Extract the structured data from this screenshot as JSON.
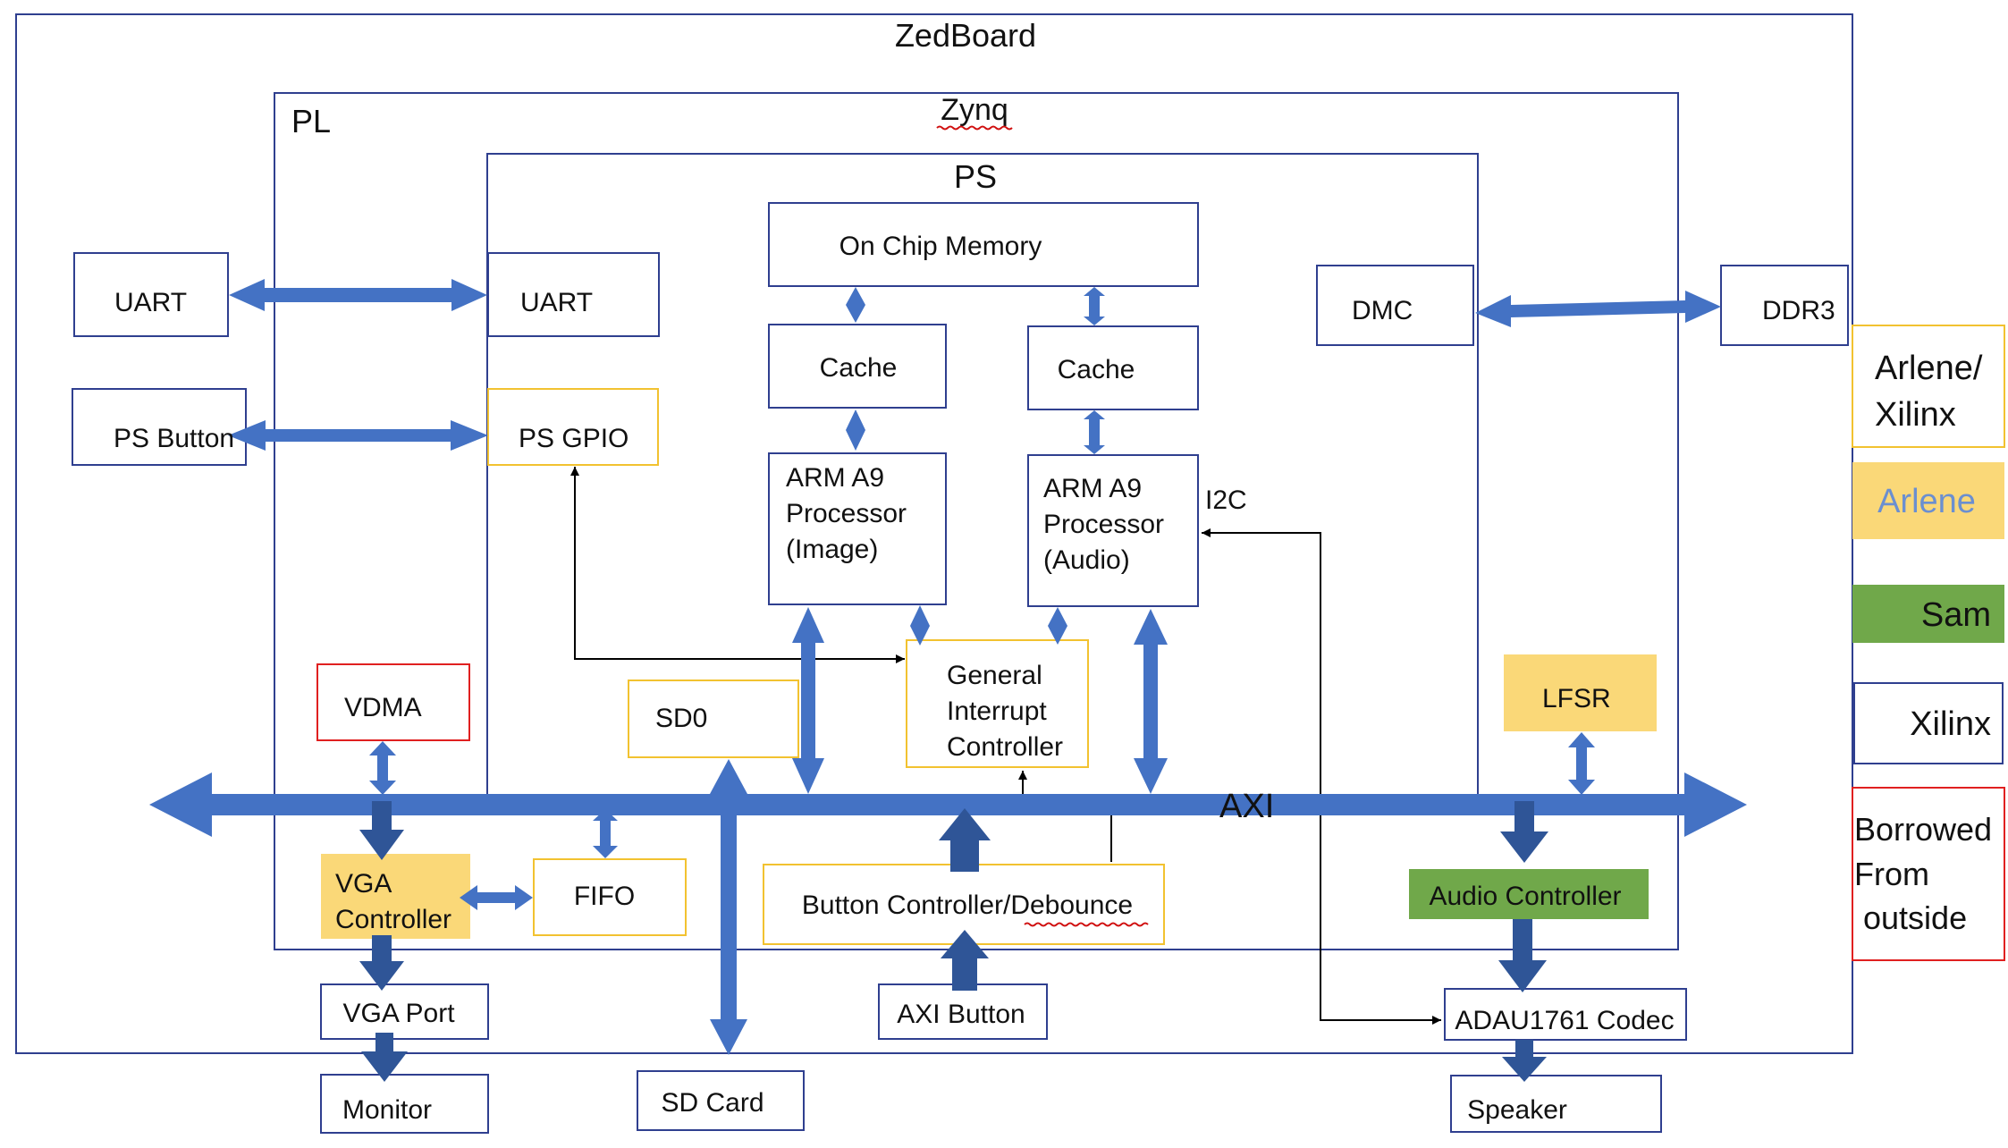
{
  "regions": {
    "zedboard": "ZedBoard",
    "zynq": "Zynq",
    "pl": "PL",
    "ps": "PS"
  },
  "blocks": {
    "uart_ext": "UART",
    "ps_button": "PS Button",
    "uart_ps": "UART",
    "ps_gpio": "PS GPIO",
    "on_chip_memory": "On Chip Memory",
    "cache_image": "Cache",
    "cache_audio": "Cache",
    "arm_image": [
      "ARM A9",
      "Processor",
      "(Image)"
    ],
    "arm_audio": [
      "ARM A9",
      "Processor",
      "(Audio)"
    ],
    "dmc": "DMC",
    "ddr3": "DDR3",
    "vdma": "VDMA",
    "sd0": "SD0",
    "gic": [
      "General",
      "Interrupt",
      "Controller"
    ],
    "lfsr": "LFSR",
    "vga_controller": [
      "VGA",
      "Controller"
    ],
    "fifo": "FIFO",
    "button_controller": "Button Controller/Debounce",
    "audio_controller": "Audio Controller",
    "vga_port": "VGA Port",
    "axi_button": "AXI Button",
    "codec": "ADAU1761 Codec",
    "monitor": "Monitor",
    "sd_card": "SD Card",
    "speaker": "Speaker"
  },
  "labels": {
    "axi": "AXI",
    "i2c": "I2C"
  },
  "legend": {
    "arlene_xilinx": [
      "Arlene/",
      "Xilinx"
    ],
    "arlene": "Arlene",
    "sam": "Sam",
    "xilinx": "Xilinx",
    "borrowed": [
      "Borrowed",
      "From",
      "outside"
    ]
  },
  "colors": {
    "board_border": "#2f3f8f",
    "block_border": "#2f3f8f",
    "arlene_xilinx_border": "#f2c230",
    "arlene_fill": "#fad878",
    "arlene_text": "#6b8fd0",
    "sam_fill": "#70a84a",
    "borrowed_border": "#e02020",
    "arrow_blue": "#4472c4",
    "arrow_dark": "#2f5597",
    "line_black": "#000000"
  }
}
